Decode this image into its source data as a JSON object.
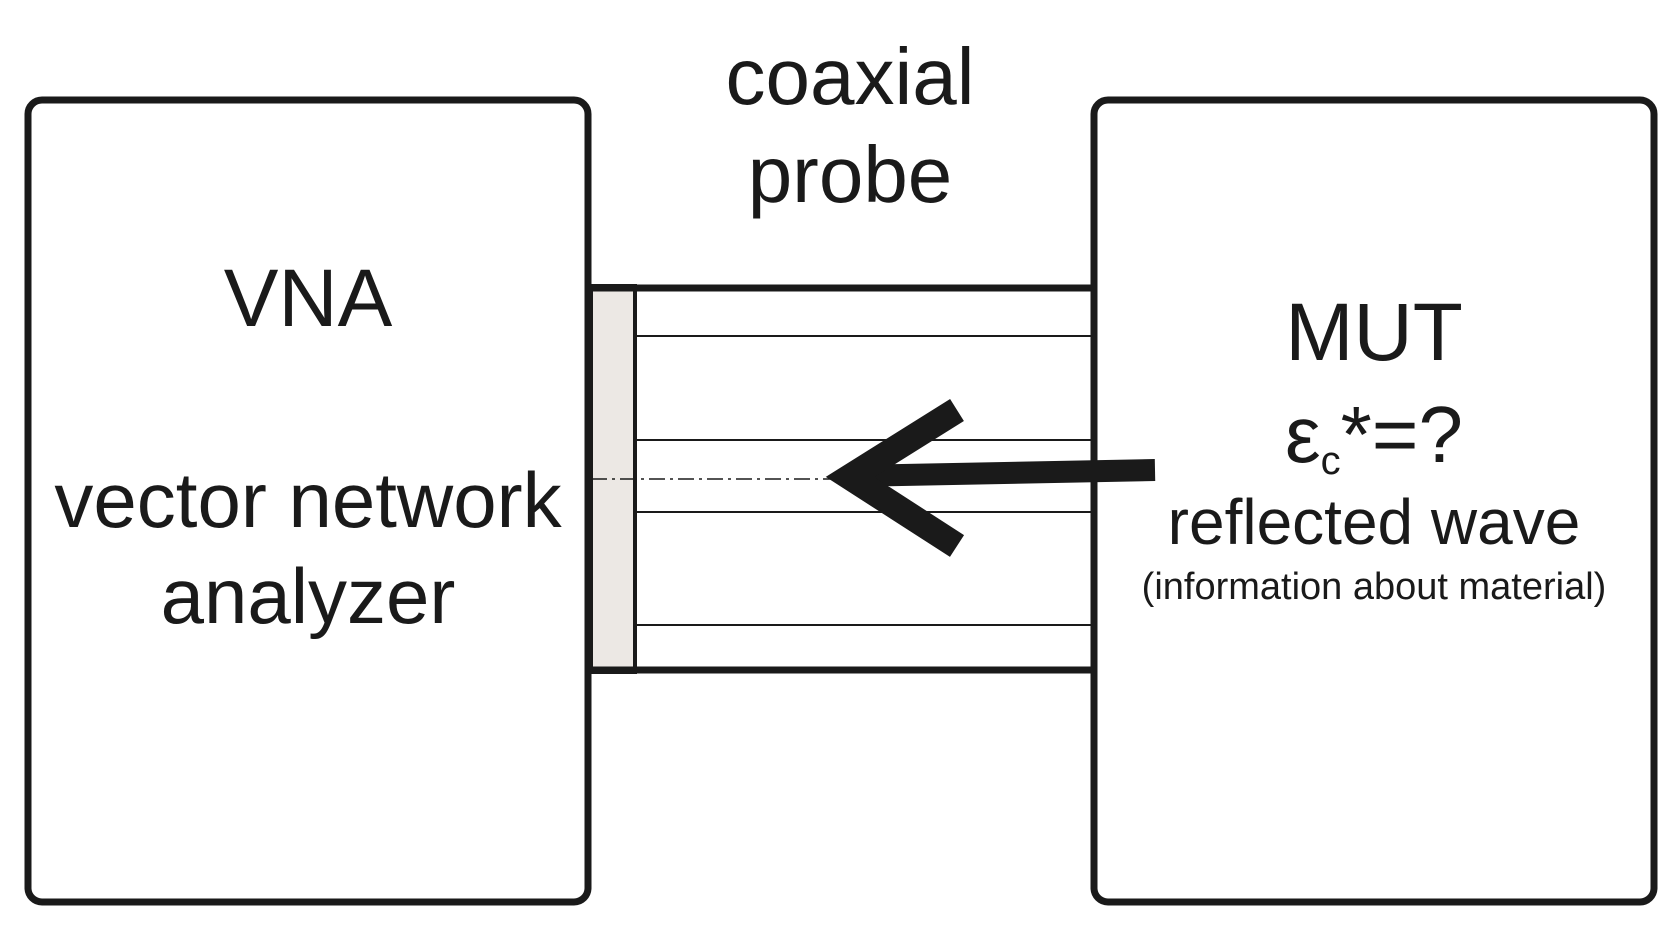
{
  "probe": {
    "label": "coaxial probe"
  },
  "vna": {
    "title": "VNA",
    "description": "vector network analyzer"
  },
  "mut": {
    "title": "MUT",
    "permittivity_symbol": "ε",
    "permittivity_subscript": "c",
    "permittivity_suffix": "*=?"
  },
  "wave": {
    "label": "reflected wave",
    "note": "(information about material)"
  },
  "colors": {
    "stroke": "#1a1a1a",
    "flange_fill": "#ece8e4",
    "background": "#ffffff"
  }
}
